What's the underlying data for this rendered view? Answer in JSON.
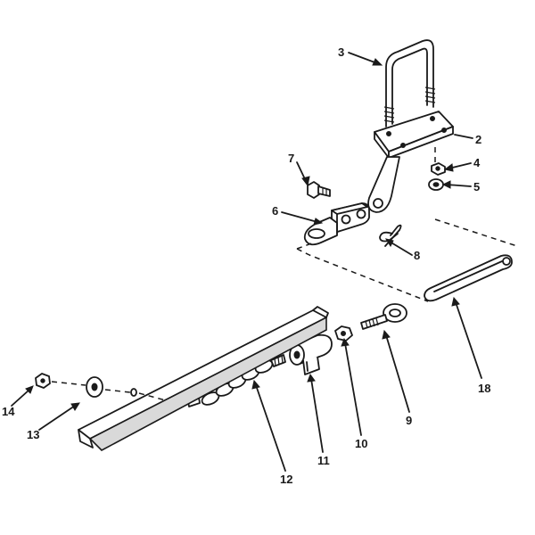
{
  "callouts": [
    {
      "id": "3",
      "text": "3"
    },
    {
      "id": "2",
      "text": "2"
    },
    {
      "id": "4",
      "text": "4"
    },
    {
      "id": "5",
      "text": "5"
    },
    {
      "id": "7",
      "text": "7"
    },
    {
      "id": "6",
      "text": "6"
    },
    {
      "id": "8",
      "text": "8"
    },
    {
      "id": "18",
      "text": "18"
    },
    {
      "id": "9",
      "text": "9"
    },
    {
      "id": "10",
      "text": "10"
    },
    {
      "id": "11",
      "text": "11"
    },
    {
      "id": "12",
      "text": "12"
    },
    {
      "id": "13",
      "text": "13"
    },
    {
      "id": "14",
      "text": "14"
    }
  ]
}
